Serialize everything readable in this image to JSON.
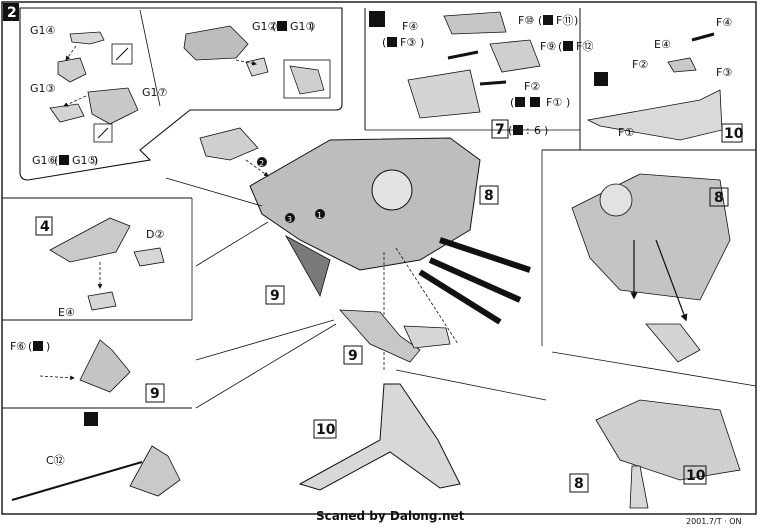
{
  "step": {
    "number": "2"
  },
  "callouts": {
    "top_left": {
      "g14": "G1④",
      "g13": "G1③",
      "g17": "G1⑦",
      "g12": "G1②",
      "g11": "G1①",
      "g16": "G1⑥",
      "g15": "G1⑤"
    },
    "top_right": {
      "f4_a": "F④",
      "f3_a": "F③",
      "f10": "F⑩",
      "f11": "F⑪",
      "f9": "F⑨",
      "f12": "F⑫",
      "f2_a": "F②",
      "f1_a": "F①",
      "part7": "7",
      "part6": "6",
      "f4_b": "F④",
      "e4_b": "E④",
      "f2_b": "F②",
      "f3_b": "F③",
      "f1_b": "F①",
      "part10_tr": "10"
    },
    "left": {
      "part4": "4",
      "d2": "D②",
      "e4": "E④",
      "f6": "F⑥",
      "part9_left": "9",
      "c12": "C⑫"
    },
    "center": {
      "part8": "8",
      "part9_a": "9",
      "part9_b": "9",
      "part10": "10"
    },
    "right": {
      "part8_top": "8",
      "part8_bottom": "8",
      "part10_bottom": "10"
    },
    "step_markers": [
      "1",
      "2",
      "3"
    ]
  },
  "footer": {
    "credit": "Scaned by Dalong.net",
    "code": "2001.7/T · ON"
  }
}
